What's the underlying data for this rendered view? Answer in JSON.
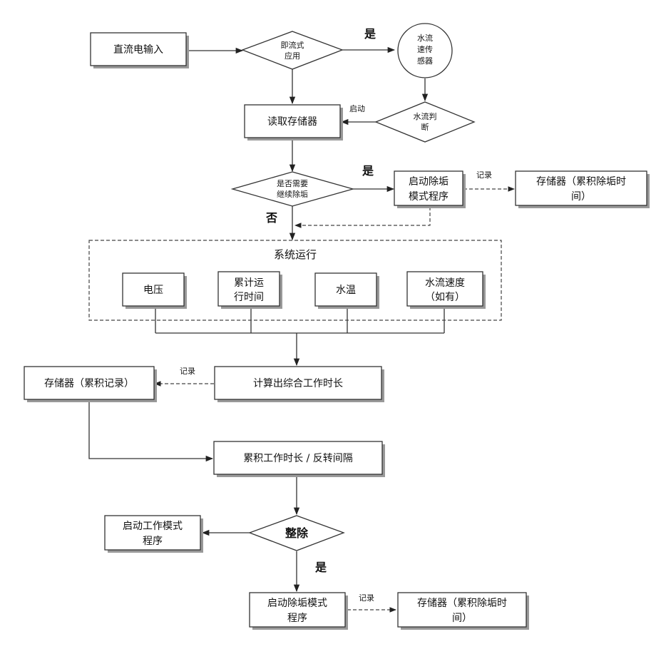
{
  "nodes": {
    "dc_input": "直流电输入",
    "instant_app": [
      "即流式",
      "应用"
    ],
    "flow_sensor": [
      "水流",
      "速传",
      "感器"
    ],
    "read_memory": "读取存储器",
    "flow_judge": [
      "水流判",
      "断"
    ],
    "need_descale": [
      "是否需要",
      "继续除垢"
    ],
    "descale_program_1": [
      "启动除垢",
      "模式程序"
    ],
    "memory_descale_time_1": [
      "存储器（累积除垢时",
      "间）"
    ],
    "system_running": "系统运行",
    "voltage": "电压",
    "runtime": [
      "累计运",
      "行时间"
    ],
    "water_temp": "水温",
    "flow_speed": [
      "水流速度",
      "（如有）"
    ],
    "calc_work_time": "计算出综合工作时长",
    "memory_accum": "存储器（累积记录）",
    "accum_ratio": "累积工作时长 / 反转间隔",
    "divide": "整除",
    "work_program": [
      "启动工作模式",
      "程序"
    ],
    "descale_program_2": [
      "启动除垢模式",
      "程序"
    ],
    "memory_descale_time_2": [
      "存储器（累积除垢时",
      "间）"
    ]
  },
  "edge_labels": {
    "yes_1": "是",
    "start": "启动",
    "yes_2": "是",
    "record_1": "记录",
    "no": "否",
    "record_2": "记录",
    "yes_3": "是",
    "record_3": "记录"
  }
}
